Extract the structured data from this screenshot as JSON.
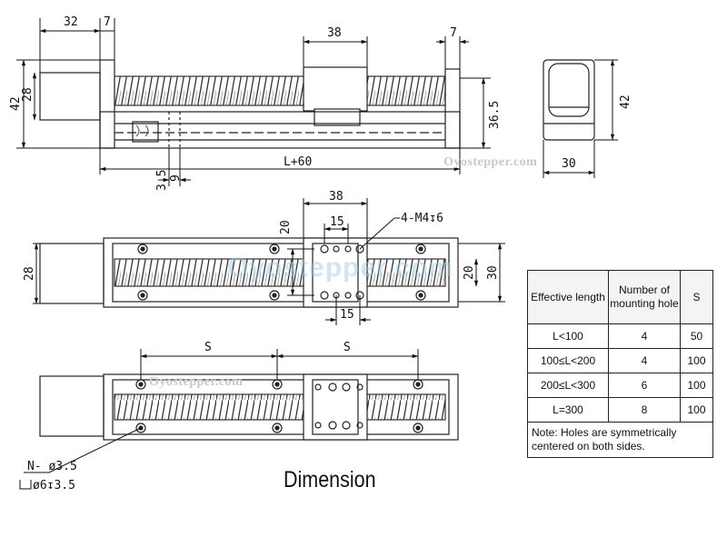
{
  "title": "Dimension",
  "watermark": "Oyostepper.com",
  "callouts": {
    "tapped_holes": "4-M4↧6",
    "mounting_holes": "N- ø3.5",
    "counterbore": "ø6↧3.5"
  },
  "dimensions": {
    "end_block": "32",
    "end_plate_left": "7",
    "carriage_width": "38",
    "end_plate_right": "7",
    "height_total": "42",
    "motor_height": "28",
    "rail_height": "36.5",
    "base_offset": "3.5",
    "base_thickness": "9",
    "overall_length": "L+60",
    "side_height": "42",
    "side_width": "30",
    "top_carriage_width": "38",
    "top_hole_spacing_x": "15",
    "top_hole_spacing_x_bottom": "15",
    "top_hole_spacing_y": "20",
    "top_body_height": "28",
    "top_rail_width_inner": "20",
    "top_rail_width_outer": "30",
    "hole_pitch_1": "S",
    "hole_pitch_2": "S"
  },
  "table": {
    "headers": [
      "Effective length",
      "Number of mounting hole",
      "S"
    ],
    "rows": [
      [
        "L<100",
        "4",
        "50"
      ],
      [
        "100≤L<200",
        "4",
        "100"
      ],
      [
        "200≤L<300",
        "6",
        "100"
      ],
      [
        "L=300",
        "8",
        "100"
      ]
    ],
    "note": "Note: Holes are symmetrically centered on both sides."
  }
}
